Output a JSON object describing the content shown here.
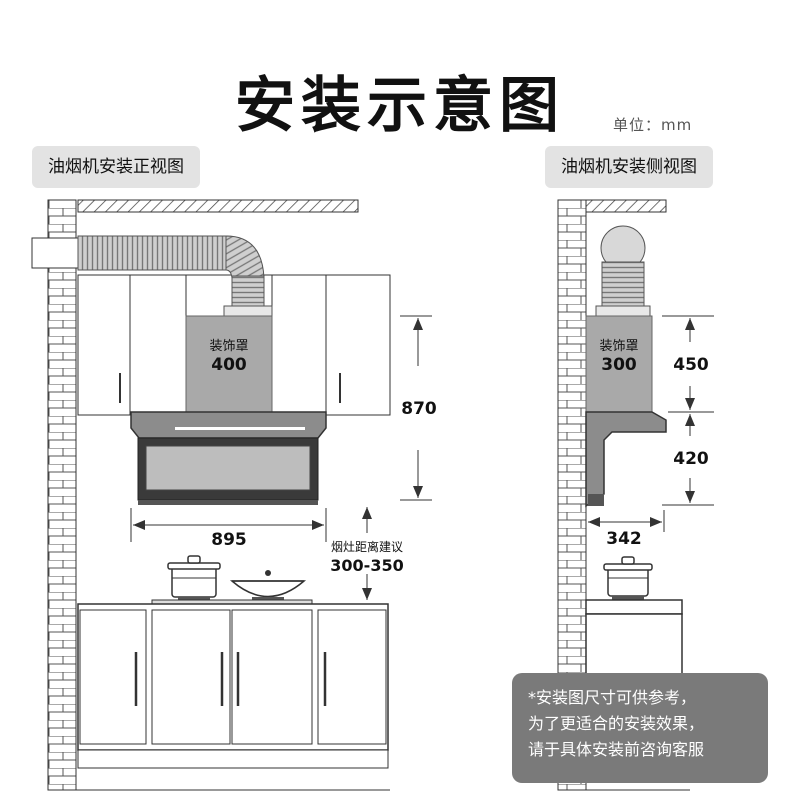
{
  "title": "安装示意图",
  "unit": "单位：mm",
  "front_view": {
    "label": "油烟机安装正视图",
    "cover_label": "装饰罩",
    "cover_width": "400",
    "height_dim": "870",
    "width_dim": "895",
    "distance_label": "烟灶距离建议",
    "distance_value": "300-350"
  },
  "side_view": {
    "label": "油烟机安装侧视图",
    "cover_label": "装饰罩",
    "cover_depth": "300",
    "upper_height": "450",
    "lower_height": "420",
    "depth_dim": "342"
  },
  "note": {
    "lines": [
      "*安装图尺寸可供参考，",
      "为了更适合的安装效果，",
      "请于具体安装前咨询客服"
    ]
  },
  "colors": {
    "cover": "#a9a9a9",
    "hood_dark": "#3a3a3a",
    "line": "#333333",
    "note_bg": "#7a7a7a"
  }
}
